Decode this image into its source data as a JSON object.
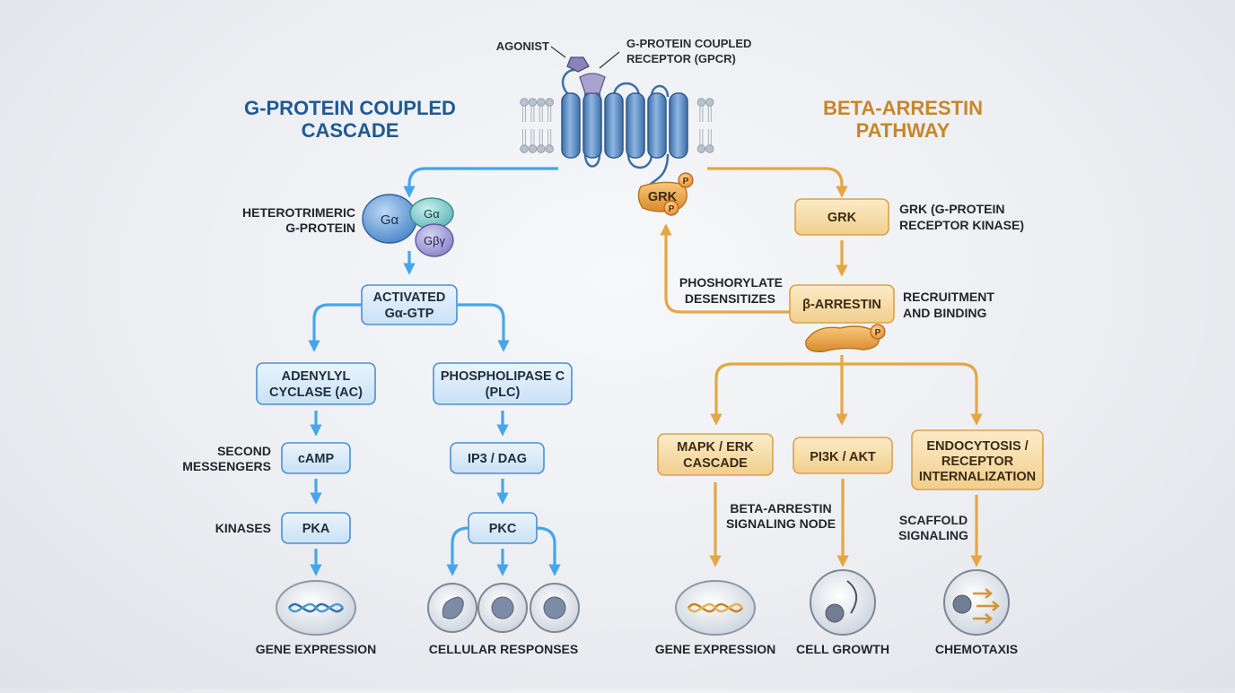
{
  "header": {
    "left_title_1": "G-PROTEIN COUPLED",
    "left_title_2": "CASCADE",
    "right_title_1": "BETA-ARRESTIN",
    "right_title_2": "PATHWAY"
  },
  "membrane": {
    "agonist_label": "AGONIST",
    "gpcr_label_1": "G-PROTEIN COUPLED",
    "gpcr_label_2": "RECEPTOR (GPCR)",
    "grk_label": "GRK",
    "phospho": "P"
  },
  "gprotein": {
    "hetero_label_1": "HETEROTRIMERIC",
    "hetero_label_2": "G-PROTEIN",
    "g_alpha": "Gα",
    "g_alpha_small": "Gα",
    "g_beta_gamma": "Gβγ",
    "activated_1": "ACTIVATED",
    "activated_2": "Gα-GTP",
    "ac_1": "ADENYLYL",
    "ac_2": "CYCLASE (AC)",
    "plc_1": "PHOSPHOLIPASE C",
    "plc_2": "(PLC)",
    "second_messengers_1": "SECOND",
    "second_messengers_2": "MESSENGERS",
    "camp": "cAMP",
    "ip3_dag": "IP3 / DAG",
    "kinases": "KINASES",
    "pka": "PKA",
    "pkc": "PKC",
    "gene_expression": "GENE EXPRESSION",
    "cellular_responses": "CELLULAR RESPONSES"
  },
  "arrestin": {
    "grk_box": "GRK",
    "grk_desc_1": "GRK (G-PROTEIN",
    "grk_desc_2": "RECEPTOR KINASE)",
    "phos_1": "PHOSHORYLATE",
    "phos_2": "DESENSITIZES",
    "barrestin": "β-ARRESTIN",
    "recruit_1": "RECRUITMENT",
    "recruit_2": "AND BINDING",
    "mapk_1": "MAPK / ERK",
    "mapk_2": "CASCADE",
    "pi3k": "PI3K / AKT",
    "endo_1": "ENDOCYTOSIS /",
    "endo_2": "RECEPTOR",
    "endo_3": "INTERNALIZATION",
    "node_1": "BETA-ARRESTIN",
    "node_2": "SIGNALING NODE",
    "scaffold_1": "SCAFFOLD",
    "scaffold_2": "SIGNALING",
    "gene_expression": "GENE EXPRESSION",
    "cell_growth": "CELL GROWTH",
    "chemotaxis": "CHEMOTAXIS"
  },
  "colors": {
    "blue_accent": "#46a6ea",
    "gold_accent": "#e4a743",
    "blue_title": "#1f5a93",
    "gold_title": "#c8862a"
  }
}
